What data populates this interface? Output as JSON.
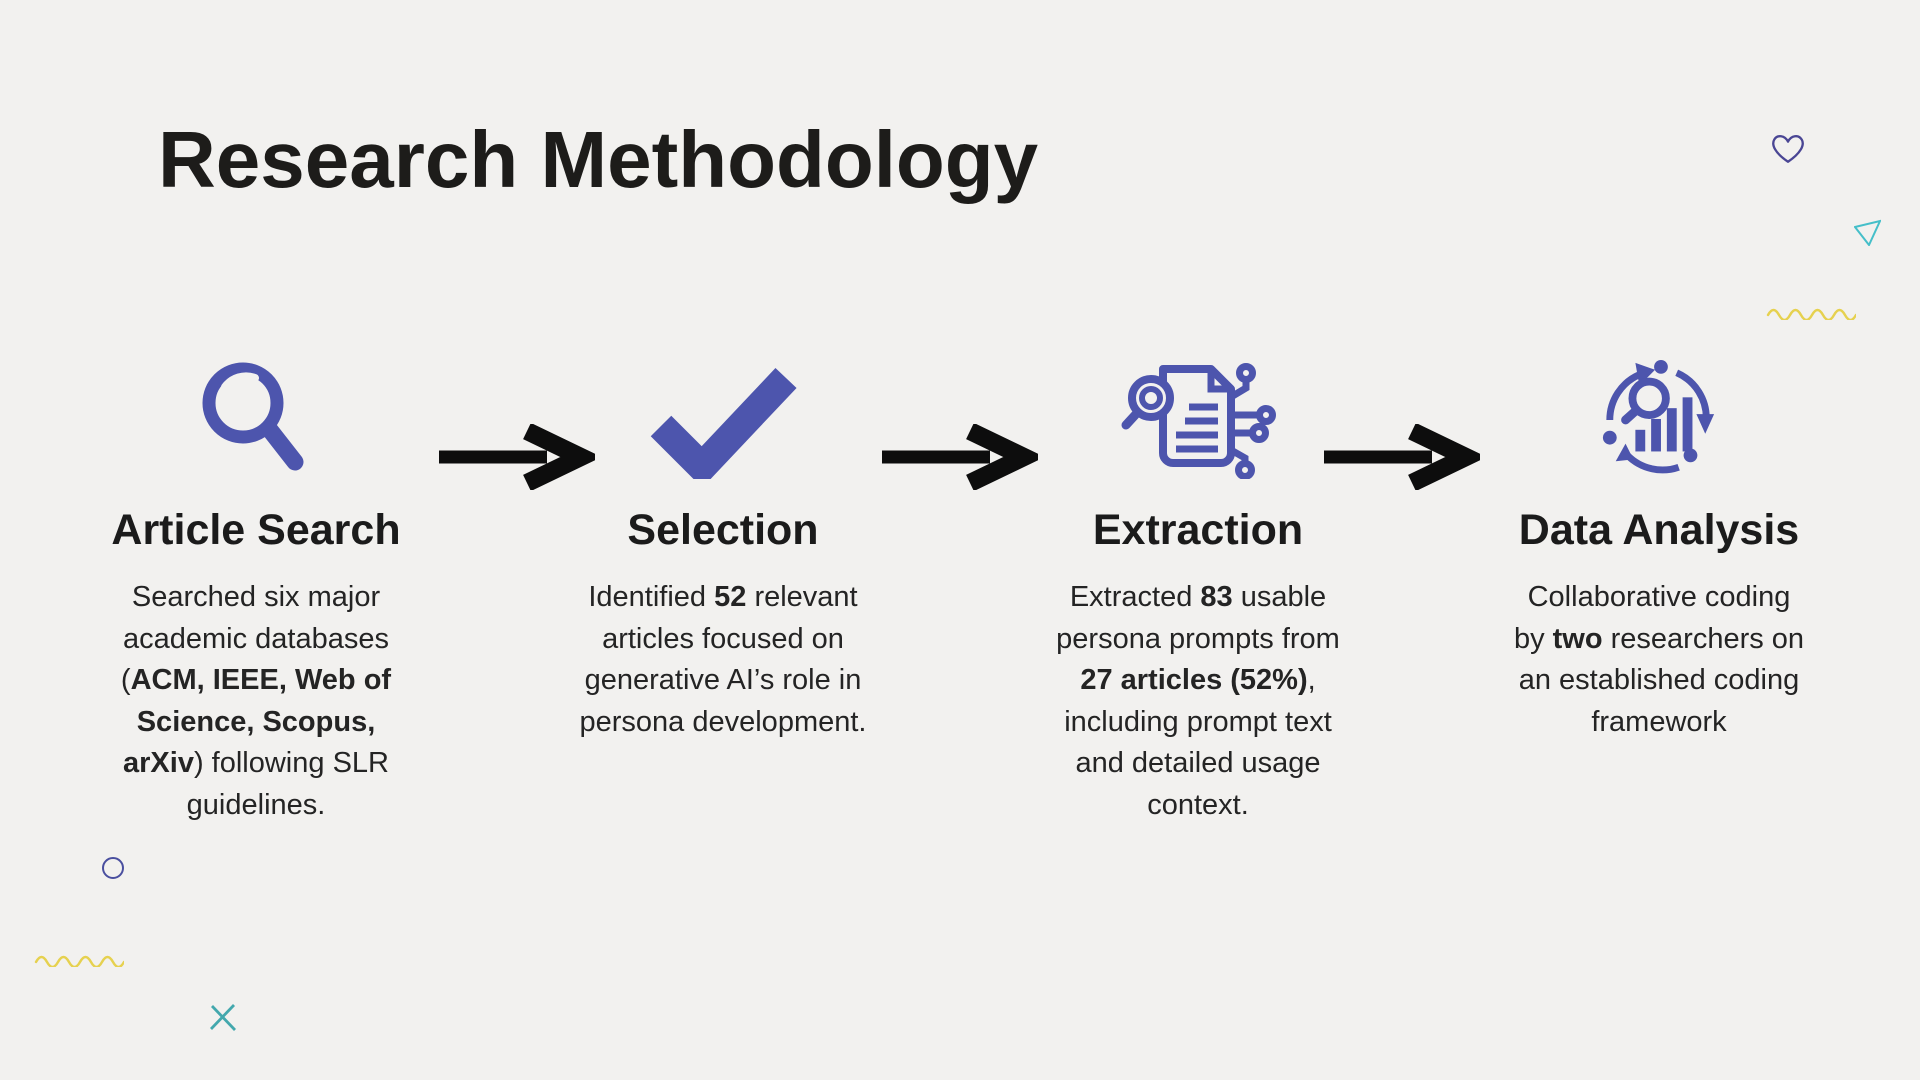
{
  "title": "Research Methodology",
  "steps": [
    {
      "title": "Article Search",
      "icon": "magnifying-glass",
      "description": [
        {
          "t": "Searched six major academic databases ("
        },
        {
          "t": "ACM, IEEE, Web of Science, Scopus, arXiv",
          "b": true
        },
        {
          "t": ") following SLR guidelines."
        }
      ]
    },
    {
      "title": "Selection",
      "icon": "checkmark",
      "description": [
        {
          "t": "Identified "
        },
        {
          "t": "52",
          "b": true
        },
        {
          "t": " relevant articles focused on generative AI’s role in persona development."
        }
      ]
    },
    {
      "title": "Extraction",
      "icon": "document-scan-circuit",
      "description": [
        {
          "t": "Extracted "
        },
        {
          "t": "83",
          "b": true
        },
        {
          "t": " usable persona prompts from "
        },
        {
          "t": "27 articles (52%)",
          "b": true
        },
        {
          "t": ", including prompt text and detailed usage context."
        }
      ]
    },
    {
      "title": "Data Analysis",
      "icon": "analytics-cycle",
      "description": [
        {
          "t": "Collaborative coding by "
        },
        {
          "t": "two",
          "b": true
        },
        {
          "t": " researchers on an established coding framework"
        }
      ]
    }
  ],
  "flow_arrows": [
    "arrow-right",
    "arrow-right",
    "arrow-right"
  ],
  "decorations": [
    {
      "name": "heart-outline",
      "color": "#4a4694"
    },
    {
      "name": "triangle-outline",
      "color": "#45bfc9"
    },
    {
      "name": "squiggle-line-right",
      "color": "#e6d14f"
    },
    {
      "name": "circle-outline",
      "color": "#4a4f9f"
    },
    {
      "name": "squiggle-line-left",
      "color": "#e6d14f"
    },
    {
      "name": "x-mark",
      "color": "#43a8ad"
    }
  ],
  "colors": {
    "background": "#f2f1ef",
    "title_text": "#1d1c1a",
    "heading_text": "#1b1b1b",
    "body_text": "#242424",
    "icon_indigo": "#4d55ad",
    "arrow_black": "#0d0d0d",
    "deco_purple": "#4a4694",
    "deco_teal": "#45bfc9",
    "deco_teal_muted": "#43a8ad",
    "deco_yellow": "#e6d14f",
    "deco_indigo": "#4a4f9f"
  }
}
